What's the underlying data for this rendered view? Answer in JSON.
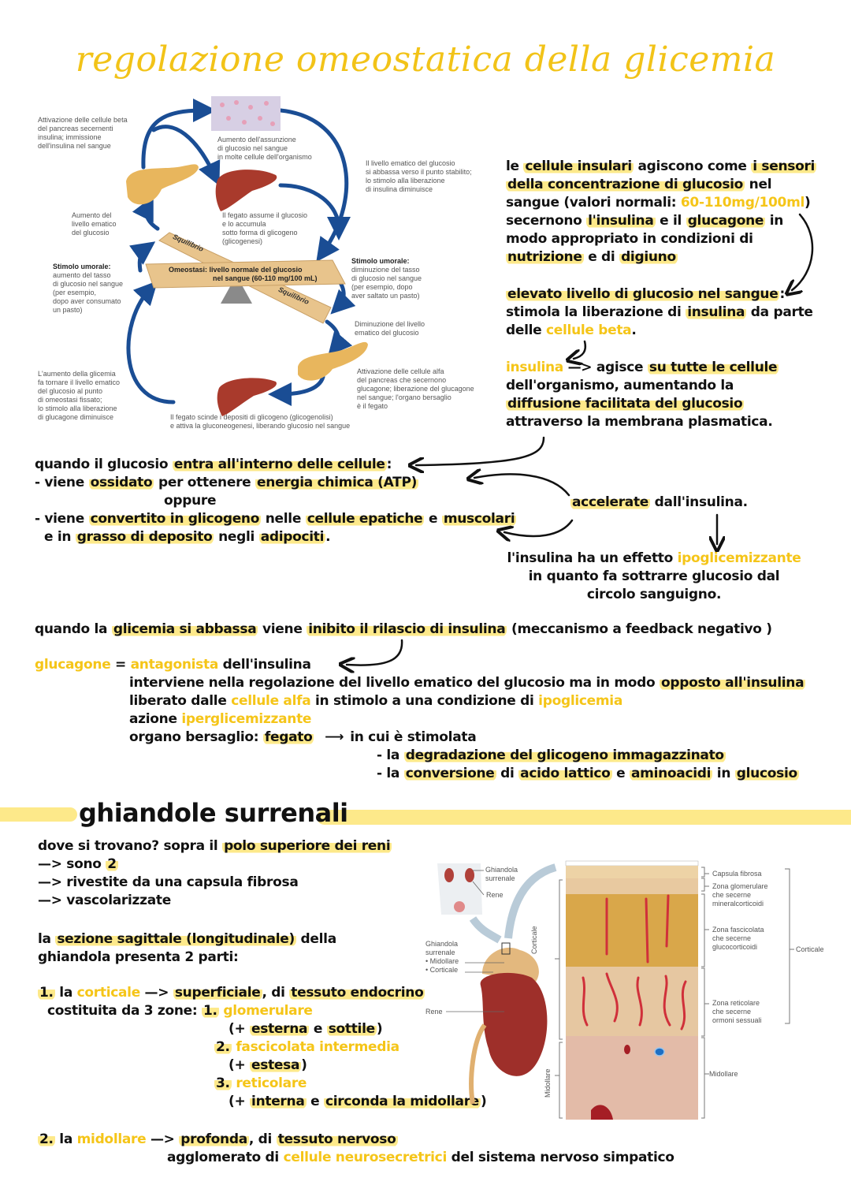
{
  "title": "regolazione omeostatica della glicemia",
  "diagram_glicemia": {
    "captions": {
      "beta_activation": [
        "Attivazione delle cellule beta",
        "del pancreas secernenti",
        "insulina; immissione",
        "dell'insulina nel sangue"
      ],
      "uptake": [
        "Aumento dell'assunzione",
        "di glucosio nel sangue",
        "in molte cellule dell'organismo"
      ],
      "level_drops": [
        "Il livello ematico del glucosio",
        "si abbassa verso il punto stabilito;",
        "lo stimolo alla liberazione",
        "di insulina diminuisce"
      ],
      "blood_rise": [
        "Aumento del",
        "livello ematico",
        "del glucosio"
      ],
      "liver_stores": [
        "Il fegato assume il glucosio",
        "e lo accumula",
        "sotto forma di glicogeno",
        "(glicogenesi)"
      ],
      "stimulus_high_title": "Stimolo umorale:",
      "stimulus_high": [
        "aumento del tasso",
        "di glucosio nel sangue",
        "(per esempio,",
        "dopo aver consumato",
        "un pasto)"
      ],
      "stimulus_low_title": "Stimolo umorale:",
      "stimulus_low": [
        "diminuzione del tasso",
        "di glucosio nel sangue",
        "(per esempio, dopo",
        "aver saltato un pasto)"
      ],
      "blood_drop": [
        "Diminuzione del livello",
        "ematico del glucosio"
      ],
      "alpha_activation": [
        "Attivazione delle cellule alfa",
        "del pancreas che secernono",
        "glucagone; liberazione del glucagone",
        "nel sangue; l'organo bersaglio",
        "è il fegato"
      ],
      "glycemia_return": [
        "L'aumento della glicemia",
        "fa tornare il livello ematico",
        "del glucosio al punto",
        "di omeostasi fissato;",
        "lo stimolo alla liberazione",
        "di glucagone diminuisce"
      ],
      "liver_breaks": [
        "Il fegato scinde i depositi di glicogeno (glicogenolisi)",
        "e attiva la gluconeogenesi, liberando glucosio nel sangue"
      ]
    },
    "balance": {
      "squilibrio_top": "Squilibrio",
      "squilibrio_bottom": "Squilibrio",
      "homeostasis_line1": "Omeostasi: livello normale del glucosio",
      "homeostasis_line2": "nel sangue (60-110 mg/100 mL)"
    }
  },
  "notes_right": {
    "p1": {
      "t1": "le ",
      "h1": "cellule insulari",
      "t2": " agiscono come ",
      "h2": "i sensori",
      "h3": "della concentrazione di glucosio",
      "t3": " nel",
      "t4": "sangue (valori normali: ",
      "y1": "60-110mg/100ml",
      "t5": ")",
      "t6": "secernono ",
      "h4": "l'insulina",
      "t7": " e il ",
      "h5": "glucagone",
      "t8": " in",
      "t9": "modo appropriato in condizioni di",
      "h6": "nutrizione",
      "t10": " e di ",
      "h7": "digiuno"
    },
    "p2": {
      "h1": "elevato livello di glucosio nel sangue",
      "t1": ":",
      "t2": "stimola la liberazione di ",
      "h2": "insulina",
      "t3": " da parte",
      "t4": "delle ",
      "y1": "cellule beta",
      "t5": "."
    },
    "p3": {
      "y1": "insulina",
      "t1": " —> agisce ",
      "h1": "su tutte le cellule",
      "t2": "dell'organismo, aumentando la",
      "h2": "diffusione facilitata del glucosio",
      "t3": "attraverso la membrana plasmatica."
    }
  },
  "notes_mid": {
    "l1": {
      "t1": "quando il glucosio ",
      "h1": "entra all'interno delle cellule",
      "t2": ":"
    },
    "l2": {
      "t1": "- viene ",
      "h1": "ossidato",
      "t2": " per ottenere ",
      "h2": "energia chimica (ATP)"
    },
    "l3": "oppure",
    "l4": {
      "t1": "- viene ",
      "h1": "convertito in glicogeno",
      "t2": " nelle ",
      "h2": "cellule epatiche",
      "t3": " e ",
      "h3": "muscolari"
    },
    "l5": {
      "t1": "e in ",
      "h1": "grasso di deposito",
      "t2": " negli ",
      "h2": "adipociti",
      "t3": "."
    },
    "accel": {
      "h1": "accelerate",
      "t1": " dall'insulina."
    },
    "hypo": {
      "t1": "l'insulina ha un effetto ",
      "y1": "ipoglicemizzante",
      "l2": "in quanto fa sottrarre glucosio dal",
      "l3": "circolo sanguigno."
    }
  },
  "notes_glucagon": {
    "l1": {
      "t1": "quando la ",
      "h1": "glicemia si abbassa",
      "t2": " viene ",
      "h2": "inibito il rilascio di insulina",
      "t3": " (meccanismo a feedback negativo )"
    },
    "l2": {
      "y1": "glucagone",
      "t1": " = ",
      "y2": "antagonista",
      "t2": " dell'insulina"
    },
    "l3": {
      "t1": "interviene nella regolazione del livello ematico del glucosio ma in modo ",
      "h1": "opposto all'insulina"
    },
    "l4": {
      "t1": "liberato dalle ",
      "y1": "cellule alfa",
      "t2": " in stimolo a una condizione di ",
      "y2": "ipoglicemia"
    },
    "l5": {
      "t1": "azione ",
      "y1": "iperglicemizzante"
    },
    "l6": {
      "t1": "organo bersaglio: ",
      "h1": "fegato",
      "arrow": "⟶",
      "t2": "in cui è stimolata"
    },
    "l7": {
      "t1": "- la ",
      "h1": "degradazione del glicogeno immagazzinato"
    },
    "l8": {
      "t1": "- la ",
      "h1": "conversione",
      "t2": " di ",
      "h2": "acido lattico",
      "t3": " e ",
      "h3": "aminoacidi",
      "t4": " in ",
      "h4": "glucosio"
    }
  },
  "section2": {
    "title": "ghiandole surrenali",
    "where": {
      "t1": "dove si trovano? sopra il ",
      "h1": "polo superiore dei reni"
    },
    "bullets": [
      {
        "t1": "—> sono ",
        "h1": "2"
      },
      {
        "t1": "—> rivestite da una capsula fibrosa"
      },
      {
        "t1": "—> vascolarizzate"
      }
    ],
    "section_line1": {
      "t1": "la ",
      "h1": "sezione sagittale (longitudinale)",
      "t2": " della"
    },
    "section_line2": "ghiandola presenta 2 parti:",
    "cortical": {
      "num": "1.",
      "t1": " la ",
      "y1": "corticale",
      "t2": " —> ",
      "h1": "superficiale",
      "t3": ", di ",
      "h2": "tessuto endocrino",
      "zones_label": "costituita da 3 zone: ",
      "zones": [
        {
          "num": "1.",
          "name": "glomerulare",
          "d_pre": "(+ ",
          "d_h1": "esterna",
          "d_mid": " e ",
          "d_h2": "sottile",
          "d_post": ")"
        },
        {
          "num": "2.",
          "name": "fascicolata intermedia",
          "d_pre": "(+ ",
          "d_h1": "estesa",
          "d_mid": "",
          "d_h2": "",
          "d_post": ")"
        },
        {
          "num": "3.",
          "name": "reticolare",
          "d_pre": "(+ ",
          "d_h1": "interna",
          "d_mid": " e ",
          "d_h2": "circonda la midollare",
          "d_post": ")"
        }
      ]
    },
    "medulla": {
      "num": "2.",
      "t1": " la ",
      "y1": "midollare",
      "t2": " —> ",
      "h1": "profonda",
      "t3": ", di ",
      "h2": "tessuto nervoso",
      "l2_t1": "agglomerato di ",
      "l2_y1": "cellule neurosecretrici",
      "l2_t2": " del sistema nervoso simpatico"
    }
  },
  "diagram_adrenal": {
    "body_labels": {
      "gland": [
        "Ghiandola",
        "surrenale"
      ],
      "kidney": "Rene"
    },
    "gland_labels": {
      "title": [
        "Ghiandola",
        "surrenale"
      ],
      "medulla": "• Midollare",
      "cortex": "• Corticale",
      "kidney": "Rene"
    },
    "section_left": {
      "cortex": "Corticale",
      "medulla": "Midollare"
    },
    "section_right": [
      "Capsula fibrosa",
      [
        "Zona glomerulare",
        "che secerne",
        "mineralcorticoidi"
      ],
      [
        "Zona fascicolata",
        "che secerne",
        "glucocorticoidi"
      ],
      [
        "Zona reticolare",
        "che secerne",
        "ormoni sessuali"
      ],
      "Midollare"
    ],
    "bracket_label": "Corticale"
  }
}
